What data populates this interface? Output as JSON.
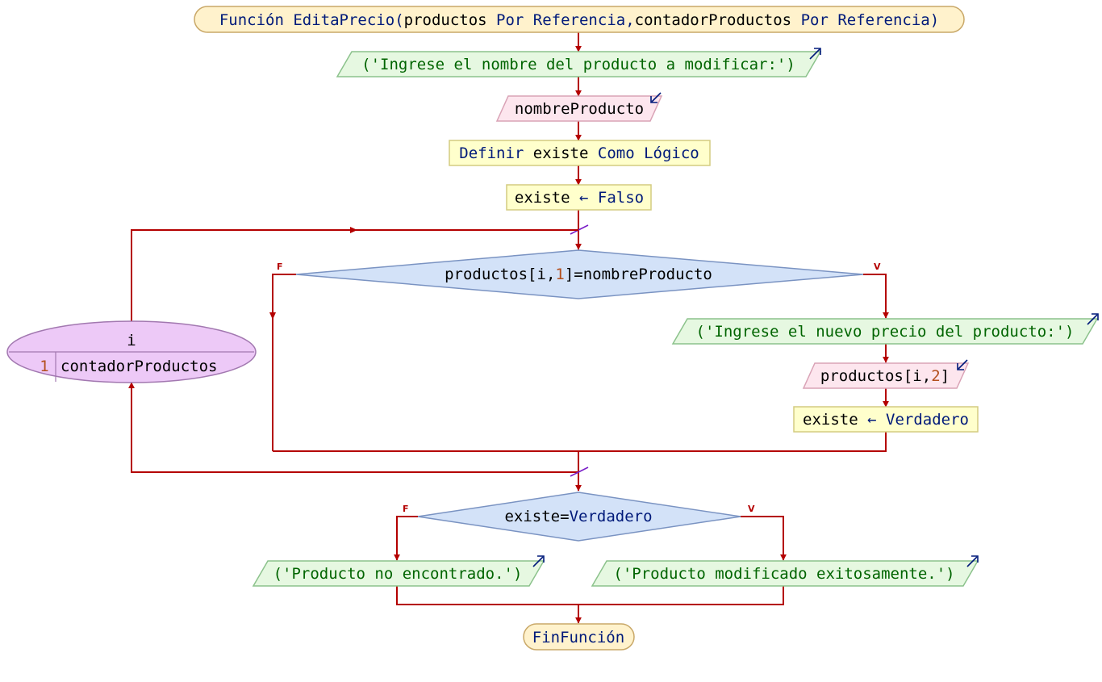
{
  "function_header": {
    "kw_funcion": "Función",
    "name": "EditaPrecio",
    "open_paren": "(",
    "param1": "productos",
    "by_ref_1": "Por Referencia",
    "comma": ",",
    "param2": "contadorProductos",
    "by_ref_2": "Por Referencia",
    "close_paren": ")"
  },
  "write_prompt_name": "('Ingrese el nombre del producto a modificar:')",
  "read_name": "nombreProducto",
  "define": {
    "kw_definir": "Definir",
    "var": "existe",
    "kw_como": "Como",
    "type": "Lógico"
  },
  "assign_false": {
    "var": "existe",
    "arrow": "←",
    "value": "Falso"
  },
  "loop": {
    "var": "i",
    "start": "1",
    "end": "contadorProductos"
  },
  "decision1": {
    "left": "productos[i,",
    "index": "1",
    "right": "]=nombreProducto",
    "false_label": "F",
    "true_label": "V"
  },
  "write_prompt_price": "('Ingrese el nuevo precio del producto:')",
  "read_price": {
    "left": "productos[i,",
    "index": "2",
    "right": "]"
  },
  "assign_true": {
    "var": "existe",
    "arrow": "←",
    "value": "Verdadero"
  },
  "decision2": {
    "left": "existe=",
    "value": "Verdadero",
    "false_label": "F",
    "true_label": "V"
  },
  "write_not_found": "('Producto no encontrado.')",
  "write_success": "('Producto modificado exitosamente.')",
  "end": "FinFunción",
  "colors": {
    "flow_line": "#b40000",
    "header_fill": "#fff2cc",
    "header_stroke": "#c9a868",
    "output_fill": "#e6f8e1",
    "output_stroke": "#8cc28c",
    "input_fill": "#fde6ee",
    "input_stroke": "#d9a3b6",
    "process_fill": "#ffffcc",
    "process_stroke": "#d4cc80",
    "decision_fill": "#d3e2f8",
    "decision_stroke": "#7a93c2",
    "loop_fill": "#edc9f7",
    "loop_stroke": "#a278b0"
  },
  "icons": {
    "output": "arrow-up-right-icon",
    "input": "arrow-down-left-icon"
  }
}
